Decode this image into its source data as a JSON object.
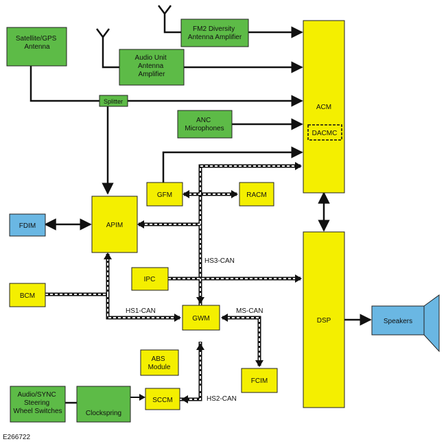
{
  "diagram": {
    "figure_code": "E266722",
    "colors": {
      "module_yellow": "#f4ef00",
      "module_green": "#5dbb47",
      "module_blue": "#6ab7e3",
      "line": "#111111",
      "can_dash": "#ffffff"
    },
    "modules": {
      "satellite": [
        "Satellite/GPS",
        "Antenna"
      ],
      "fm2": [
        "FM2 Diversity",
        "Antenna Amplifier"
      ],
      "audio_amp": [
        "Audio Unit",
        "Antenna",
        "Amplifier"
      ],
      "acm": [
        "ACM"
      ],
      "dacmc": [
        "DACMC"
      ],
      "splitter": [
        "Splitter"
      ],
      "anc": [
        "ANC",
        "Microphones"
      ],
      "gfm": [
        "GFM"
      ],
      "racm": [
        "RACM"
      ],
      "fdim": [
        "FDIM"
      ],
      "apim": [
        "APIM"
      ],
      "ipc": [
        "IPC"
      ],
      "bcm": [
        "BCM"
      ],
      "gwm": [
        "GWM"
      ],
      "dsp": [
        "DSP"
      ],
      "speakers": [
        "Speakers"
      ],
      "abs": [
        "ABS",
        "Module"
      ],
      "fcim": [
        "FCIM"
      ],
      "steering": [
        "Audio/SYNC",
        "Steering",
        "Wheel Switches"
      ],
      "clockspring": [
        "Clockspring"
      ],
      "sccm": [
        "SCCM"
      ]
    },
    "bus_labels": {
      "hs3": "HS3-CAN",
      "hs1": "HS1-CAN",
      "ms": "MS-CAN",
      "hs2": "HS2-CAN"
    }
  }
}
